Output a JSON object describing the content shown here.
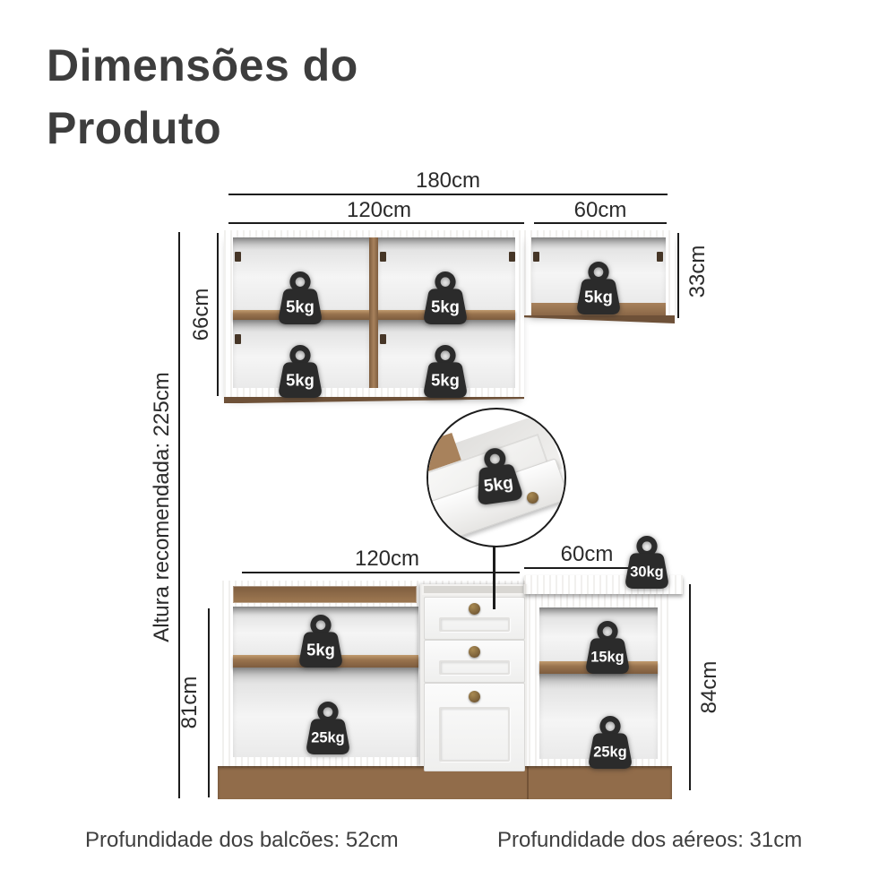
{
  "title": {
    "line1": "Dimensões do",
    "line2": "Produto"
  },
  "dims": {
    "wall_total_width": "180cm",
    "wall_left_width": "120cm",
    "wall_right_width": "60cm",
    "wall_left_height": "66cm",
    "wall_right_height": "33cm",
    "base_left_width": "120cm",
    "base_right_width": "60cm",
    "base_left_height": "81cm",
    "base_right_height": "84cm",
    "recommended_height": "Altura recomendada: 225cm"
  },
  "weights": {
    "wall": [
      "5kg",
      "5kg",
      "5kg",
      "5kg",
      "5kg"
    ],
    "inset": "5kg",
    "base_counter": "30kg",
    "base": [
      "5kg",
      "25kg",
      "15kg",
      "25kg"
    ]
  },
  "footer": {
    "balcoes": "Profundidade dos balcões: 52cm",
    "aereos": "Profundidade dos aéreos: 31cm"
  },
  "colors": {
    "wood_light": "#ac8662",
    "wood_dark": "#9c744f",
    "weight_icon": "#2b2b2b",
    "title_text": "#3d3d3d",
    "dimension_line": "#1c1c1c",
    "interior_white": "#f2f2f2",
    "knob_brass": "#8a6d42"
  }
}
